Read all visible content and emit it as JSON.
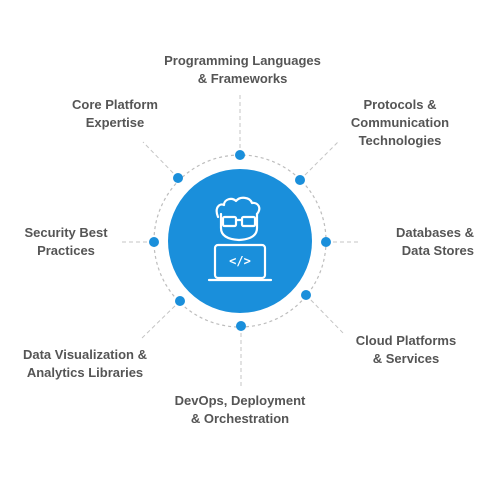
{
  "colors": {
    "accent": "#1A8FDB",
    "label_text": "#555555",
    "ring": "#BDBDBD",
    "connector": "#C4C4C4"
  },
  "center": {
    "icon": "developer-icon",
    "code_glyph": "</>"
  },
  "topics": [
    {
      "id": "top",
      "lines": [
        "Programming Languages",
        "& Frameworks"
      ]
    },
    {
      "id": "top-left",
      "lines": [
        "Core Platform",
        "Expertise"
      ]
    },
    {
      "id": "top-right",
      "lines": [
        "Protocols &",
        "Communication",
        "Technologies"
      ]
    },
    {
      "id": "left",
      "lines": [
        "Security Best",
        "Practices"
      ]
    },
    {
      "id": "right",
      "lines": [
        "Databases &",
        "Data Stores"
      ]
    },
    {
      "id": "bot-left",
      "lines": [
        "Data Visualization &",
        "Analytics Libraries"
      ]
    },
    {
      "id": "bot-right",
      "lines": [
        "Cloud Platforms",
        "& Services"
      ]
    },
    {
      "id": "bottom",
      "lines": [
        "DevOps, Deployment",
        "& Orchestration"
      ]
    }
  ]
}
